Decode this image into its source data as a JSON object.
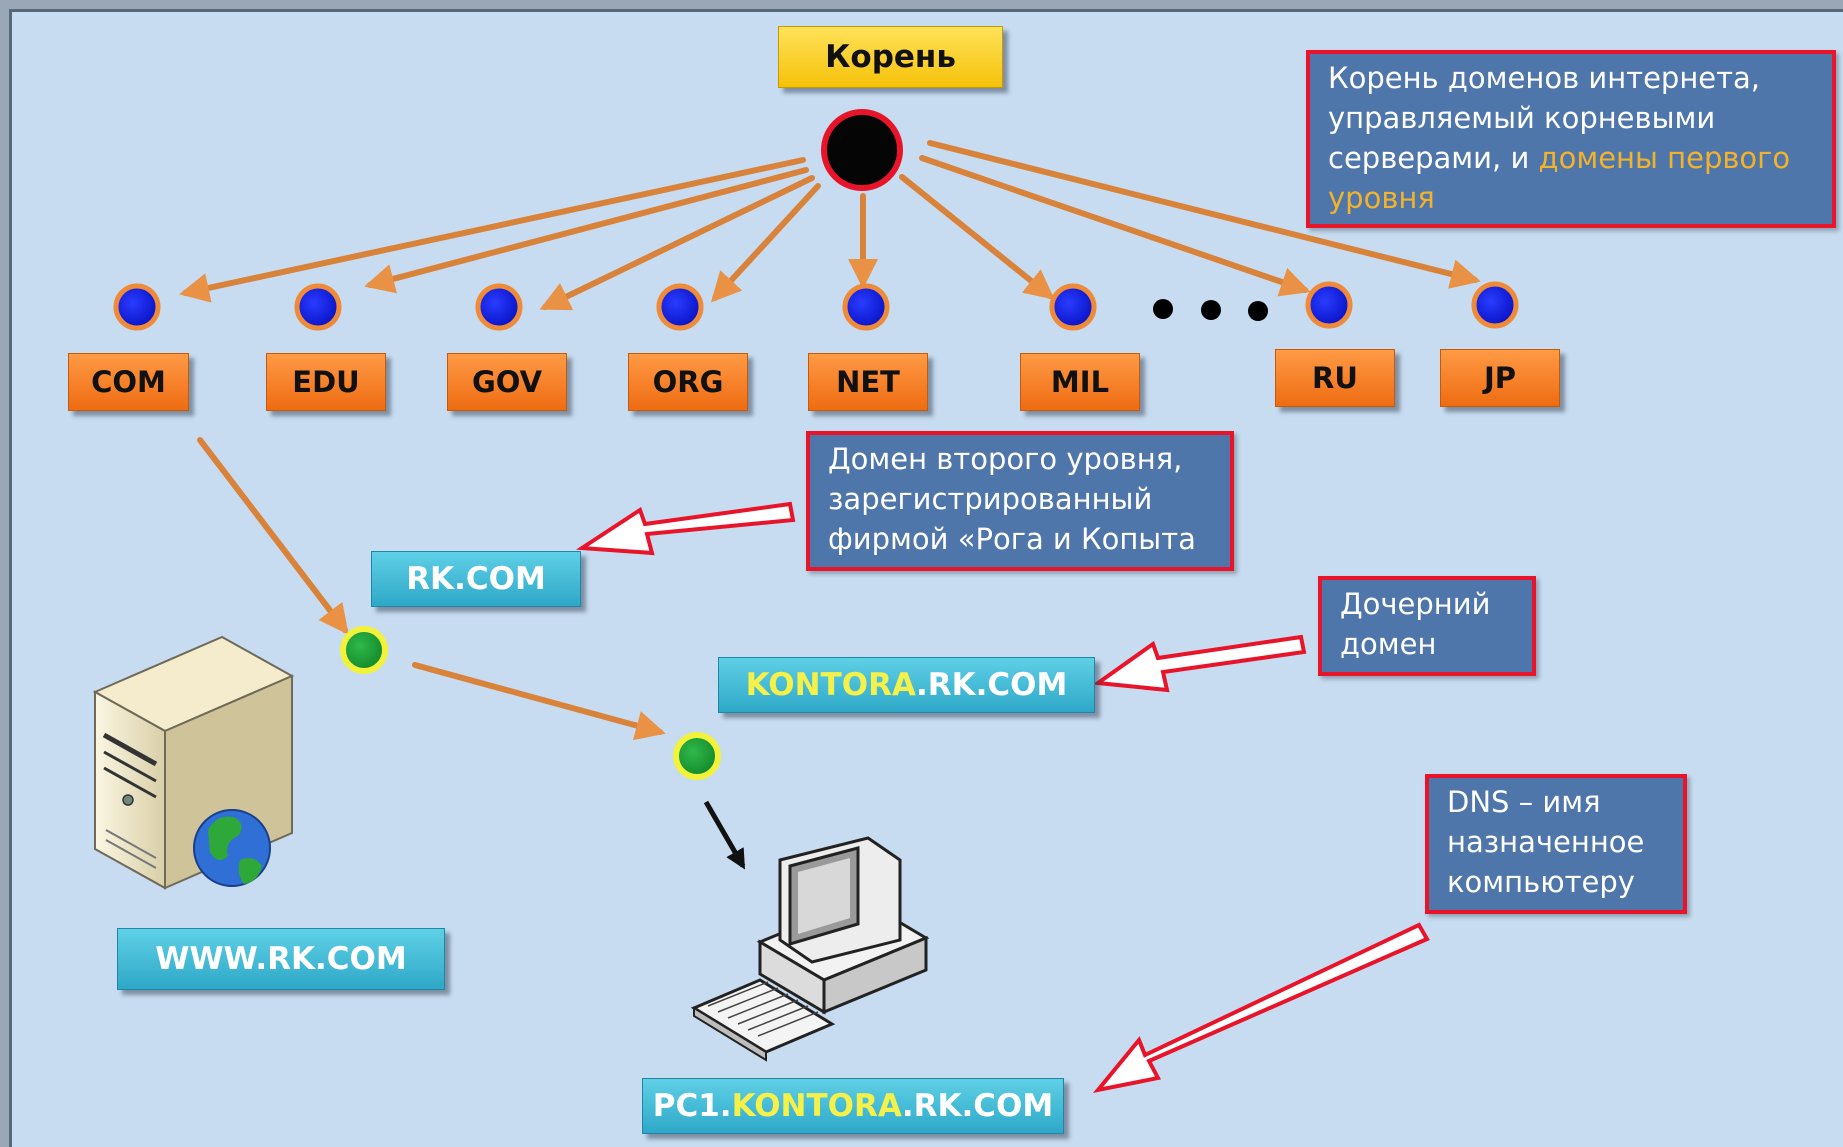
{
  "root": {
    "label": "Корень"
  },
  "tlds": [
    {
      "label": "COM"
    },
    {
      "label": "EDU"
    },
    {
      "label": "GOV"
    },
    {
      "label": "ORG"
    },
    {
      "label": "NET"
    },
    {
      "label": "MIL"
    },
    {
      "label": "RU"
    },
    {
      "label": "JP"
    }
  ],
  "domains": {
    "second_level": "RK.COM",
    "child_prefix": "KONTORA",
    "child_suffix": ".RK.COM",
    "www": "WWW.RK.COM",
    "host_prefix": "PC1.",
    "host_mid": "KONTORA",
    "host_suffix": ".RK.COM"
  },
  "notes": {
    "root_note": {
      "line1": "Корень доменов интернета,",
      "line2": "управляемый корневыми",
      "line3a": "серверами, и ",
      "line3b": "домены первого",
      "line4": "уровня"
    },
    "second_level_note": {
      "line1": "Домен второго уровня,",
      "line2": "зарегистрированный",
      "line3": "фирмой «Рога и Копыта"
    },
    "child_note": {
      "line1": "Дочерний",
      "line2": "домен"
    },
    "dns_note": {
      "line1": "DNS – имя",
      "line2": "назначенное",
      "line3": "компьютеру"
    }
  },
  "icons": {
    "server": "server-with-globe-icon",
    "computer": "desktop-computer-icon",
    "ellipsis": "ellipsis-dots"
  },
  "colors": {
    "background": "#c7dcf0",
    "tld_box": "#f47a1c",
    "root_box": "#f5c20a",
    "domain_box": "#3fb9d8",
    "note_box": "#4f76aa",
    "note_border": "#e8142a",
    "highlight_yellow": "#f5f04a",
    "highlight_orange": "#f2b32a"
  }
}
